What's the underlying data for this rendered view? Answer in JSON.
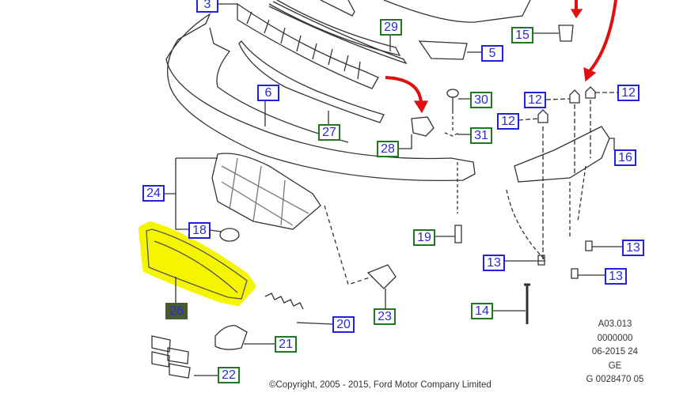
{
  "diagram": {
    "callouts": [
      {
        "id": "3",
        "style": "blue"
      },
      {
        "id": "29",
        "style": "green"
      },
      {
        "id": "15",
        "style": "green"
      },
      {
        "id": "5",
        "style": "blue"
      },
      {
        "id": "6",
        "style": "blue"
      },
      {
        "id": "12",
        "style": "blue"
      },
      {
        "id": "12",
        "style": "blue"
      },
      {
        "id": "12",
        "style": "blue"
      },
      {
        "id": "30",
        "style": "green"
      },
      {
        "id": "31",
        "style": "green"
      },
      {
        "id": "27",
        "style": "green"
      },
      {
        "id": "28",
        "style": "green"
      },
      {
        "id": "16",
        "style": "blue"
      },
      {
        "id": "24",
        "style": "blue"
      },
      {
        "id": "18",
        "style": "blue"
      },
      {
        "id": "19",
        "style": "green"
      },
      {
        "id": "13",
        "style": "blue"
      },
      {
        "id": "13",
        "style": "blue"
      },
      {
        "id": "13",
        "style": "blue"
      },
      {
        "id": "26",
        "style": "highlighted"
      },
      {
        "id": "14",
        "style": "green"
      },
      {
        "id": "23",
        "style": "green"
      },
      {
        "id": "20",
        "style": "blue"
      },
      {
        "id": "21",
        "style": "green"
      },
      {
        "id": "22",
        "style": "green"
      }
    ],
    "drawing_code": [
      "A03.013",
      "0000000",
      "06-2015 24",
      "GE",
      "G 0028470 05"
    ],
    "copyright": "©Copyright, 2005 - 2015, Ford Motor Company Limited",
    "colors": {
      "blue_callout": "#2222dd",
      "green_callout": "#1f7a1f",
      "highlight": "#f5f500",
      "arrow": "#e01010"
    }
  }
}
